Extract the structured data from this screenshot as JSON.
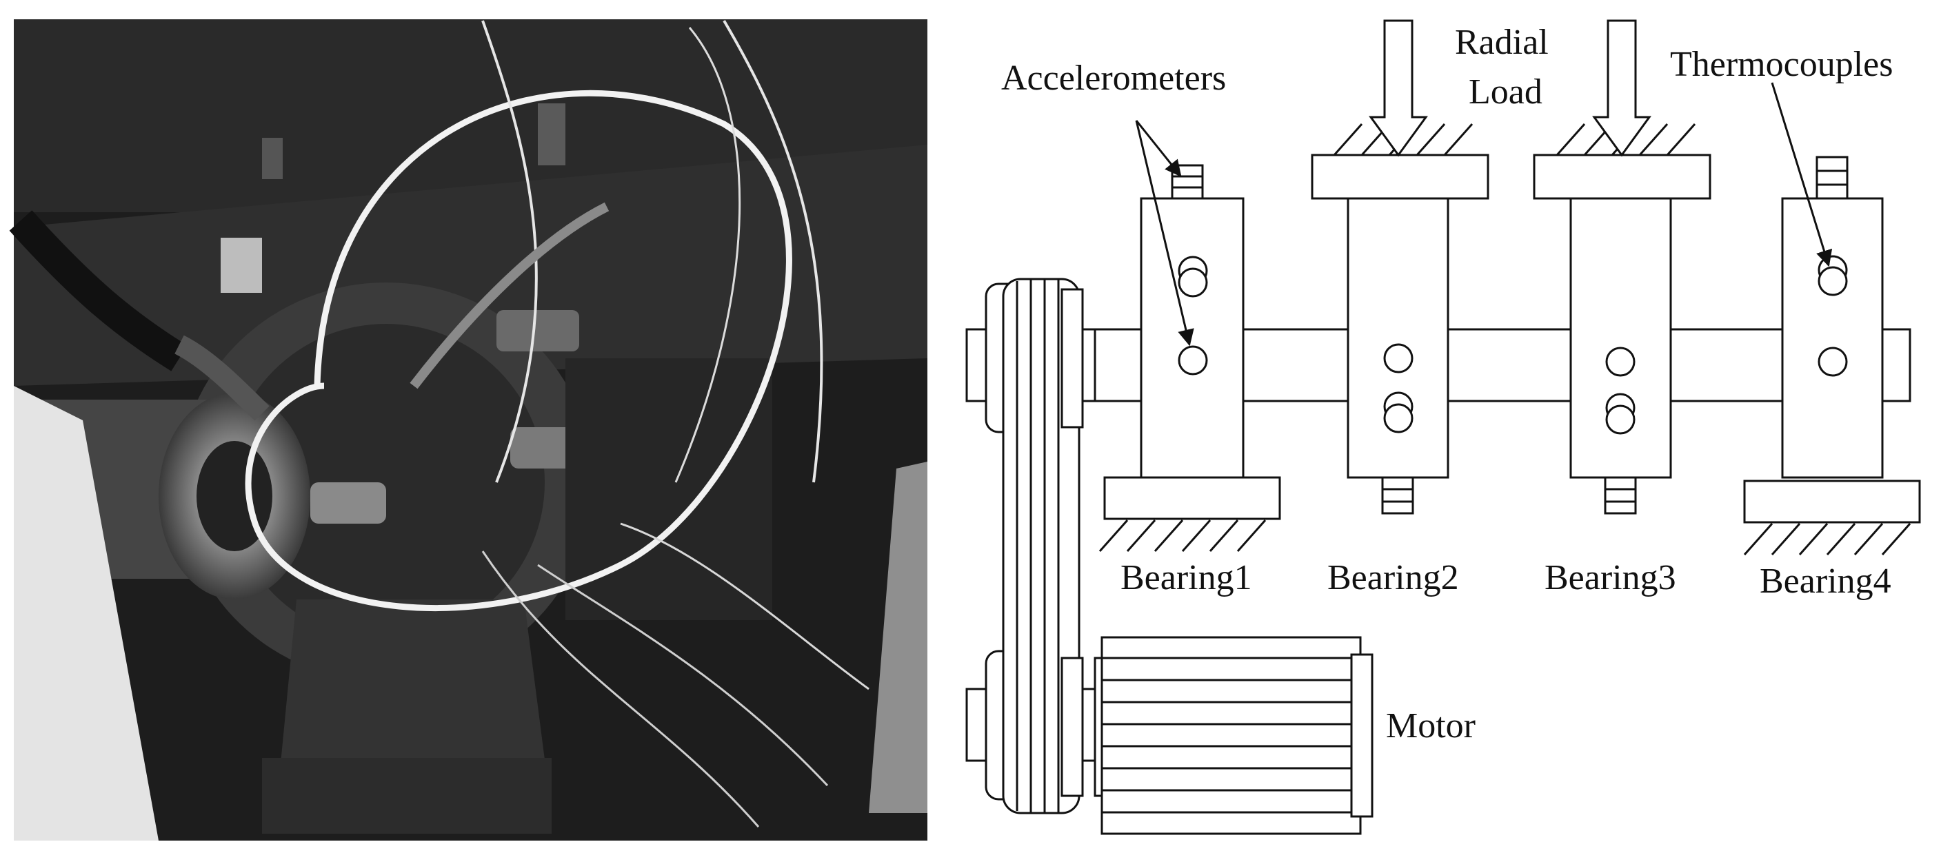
{
  "figure": {
    "photo_alt": "Photograph of bearing test rig with wired sensors",
    "labels": {
      "accelerometers": "Accelerometers",
      "radial": "Radial",
      "load": "Load",
      "thermocouples": "Thermocouples",
      "bearing1": "Bearing1",
      "bearing2": "Bearing2",
      "bearing3": "Bearing3",
      "bearing4": "Bearing4",
      "motor": "Motor"
    }
  }
}
